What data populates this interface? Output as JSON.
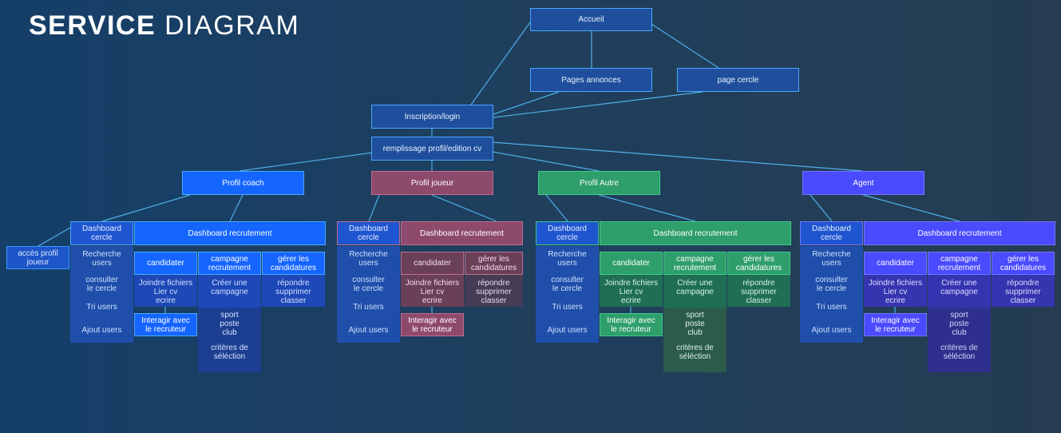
{
  "title": {
    "bold": "SERVICE",
    "light": "DIAGRAM"
  },
  "top": {
    "accueil": "Accueil",
    "pages_annonces": "Pages annonces",
    "page_cercle": "page cercle",
    "inscription": "Inscription/login",
    "remplissage": "remplissage profil/edition cv"
  },
  "acces_profil": "accès profil\njoueur",
  "profiles": [
    {
      "name": "Profil coach",
      "accent": "#1565ff",
      "left_items": [
        "Dashboard\ncercle",
        "Recherche\nusers",
        "consulter\nle cercle",
        "Tri users",
        "Ajout users"
      ],
      "dashboard": "Dashboard recrutement",
      "candidater": "candidater",
      "candidater_sub": "Joindre fichiers\nLier cv\necrire",
      "interagir": "Interagir avec\nle recruteur",
      "campagne": "campagne\nrecrutement",
      "campagne_sub": "Créer une\ncampagne",
      "sport": "sport\nposte\nclub",
      "criteres": "critères de\nséléction",
      "gerer": "gérer les\ncandidatures",
      "gerer_sub": "répondre\nsupprimer\nclasser"
    },
    {
      "name": "Profil joueur",
      "accent": "#8e4a6c",
      "left_items": [
        "Dashboard\ncercle",
        "Recherche\nusers",
        "consulter\nle cercle",
        "Tri users",
        "Ajout users"
      ],
      "dashboard": "Dashboard recrutement",
      "candidater": "candidater",
      "candidater_sub": "Joindre fichiers\nLier cv\necrire",
      "interagir": "Interagir avec\nle recruteur",
      "gerer": "gérer les\ncandidatures",
      "gerer_sub": "répondre\nsupprimer\nclasser"
    },
    {
      "name": "Profil Autre",
      "accent": "#2e9e6a",
      "left_items": [
        "Dashboard\ncercle",
        "Recherche\nusers",
        "consulter\nle cercle",
        "Tri users",
        "Ajout users"
      ],
      "dashboard": "Dashboard recrutement",
      "candidater": "candidater",
      "candidater_sub": "Joindre fichiers\nLier cv\necrire",
      "interagir": "Interagir avec\nle recruteur",
      "campagne": "campagne\nrecrutement",
      "campagne_sub": "Créer une\ncampagne",
      "sport": "sport\nposte\nclub",
      "criteres": "critères de\nséléction",
      "gerer": "gérer les\ncandidatures",
      "gerer_sub": "répondre\nsupprimer\nclasser"
    },
    {
      "name": "Agent",
      "accent": "#4a4aff",
      "left_items": [
        "Dashboard\ncercle",
        "Recherche\nusers",
        "consulter\nle cercle",
        "Tri users",
        "Ajout users"
      ],
      "dashboard": "Dashboard recrutement",
      "candidater": "candidater",
      "candidater_sub": "Joindre fichiers\nLier cv\necrire",
      "interagir": "Interagir avec\nle recruteur",
      "campagne": "campagne\nrecrutement",
      "campagne_sub": "Créer une\ncampagne",
      "sport": "sport\nposte\nclub",
      "criteres": "critères de\nséléction",
      "gerer": "gérer les\ncandidatures",
      "gerer_sub": "répondre\nsupprimer\nclasser"
    }
  ]
}
